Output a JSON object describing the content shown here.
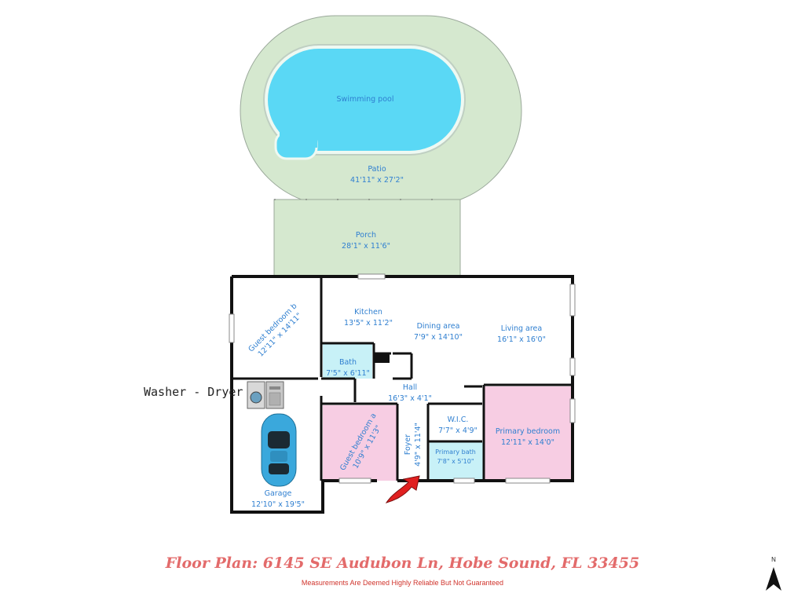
{
  "rooms": {
    "swimming_pool": {
      "name": "Swimming pool"
    },
    "patio": {
      "name": "Patio",
      "size": "41'11\" x 27'2\""
    },
    "porch": {
      "name": "Porch",
      "size": "28'1\" x 11'6\""
    },
    "guest_bedroom_b": {
      "name": "Guest bedroom b",
      "size": "12'11\" x 14'11\""
    },
    "kitchen": {
      "name": "Kitchen",
      "size": "13'5\" x 11'2\""
    },
    "dining_area": {
      "name": "Dining area",
      "size": "7'9\" x 14'10\""
    },
    "living_area": {
      "name": "Living area",
      "size": "16'1\" x 16'0\""
    },
    "bath": {
      "name": "Bath",
      "size": "7'5\" x 6'11\""
    },
    "hall": {
      "name": "Hall",
      "size": "16'3\" x 4'1\""
    },
    "wic": {
      "name": "W.I.C.",
      "size": "7'7\" x 4'9\""
    },
    "primary_bedroom": {
      "name": "Primary bedroom",
      "size": "12'11\" x 14'0\""
    },
    "guest_bedroom_a": {
      "name": "Guest bedroom a",
      "size": "10'9\" x 11'3\""
    },
    "foyer": {
      "name": "Foyer",
      "size": "4'9\" x 11'4\""
    },
    "primary_bath": {
      "name": "Primary bath",
      "size": "7'8\" x 5'10\""
    },
    "garage": {
      "name": "Garage",
      "size": "12'10\" x 19'5\""
    }
  },
  "annotation": "Washer - Dryer",
  "title": "Floor Plan: 6145 SE Audubon Ln, Hobe Sound, FL 33455",
  "subtitle": "Measurements Are Deemed Highly Reliable But Not Guaranteed",
  "compass": {
    "label": "N"
  },
  "colors": {
    "patio": "#d5e8cf",
    "pool": "#5ad8f5",
    "bedroom": "#f7cde3",
    "bath": "#c8f1f7",
    "title": "#e36b6b",
    "subtitle": "#d0342c",
    "label": "#2f7fd0",
    "entry_arrow": "#e02020",
    "car": "#3aa8dc"
  },
  "icons": [
    "washer-icon",
    "dryer-icon",
    "car-icon",
    "entry-arrow-icon",
    "north-arrow-icon"
  ]
}
